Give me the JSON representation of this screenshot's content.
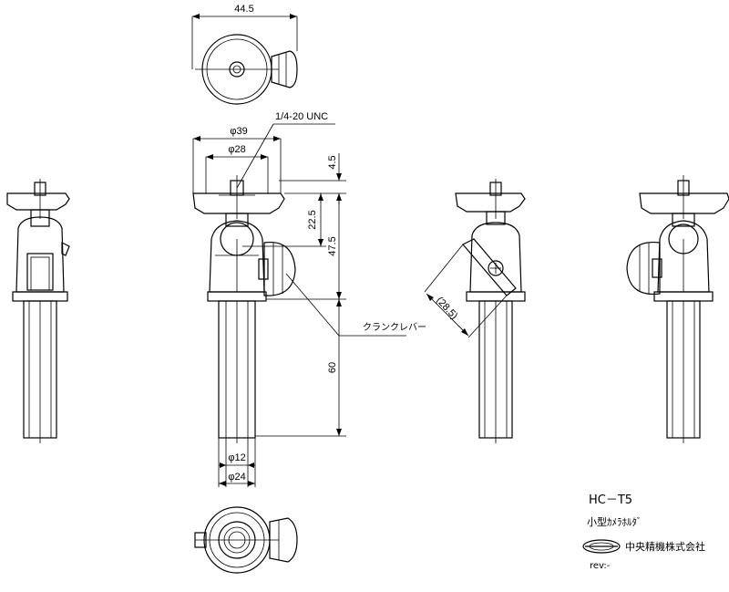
{
  "dimensions": {
    "top_width": "44.5",
    "thread": "1/4-20 UNC",
    "dia_39": "φ39",
    "dia_28": "φ28",
    "h_4_5": "4.5",
    "h_22_5": "22.5",
    "h_47_5": "47.5",
    "h_60": "60",
    "dia_12": "φ12",
    "dia_24": "φ24",
    "angle_28_5": "(28.5)"
  },
  "labels": {
    "crank_lever": "クランクレバー"
  },
  "title_block": {
    "model": "HC－T5",
    "name": "小型ｶﾒﾗﾎﾙﾀﾞ",
    "company": "中央精機株式会社",
    "rev": "rev:-"
  }
}
